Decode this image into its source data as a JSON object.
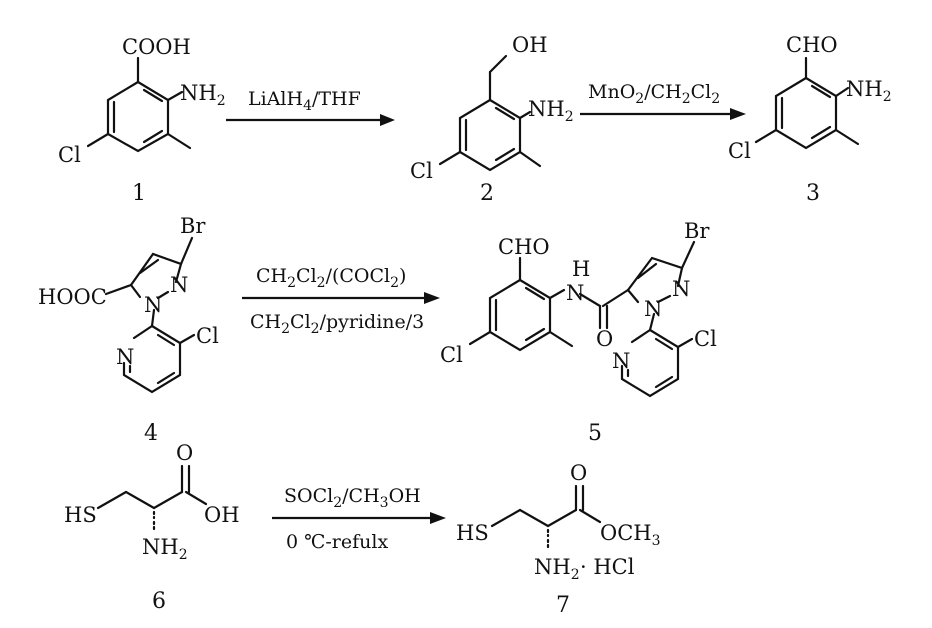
{
  "scheme": {
    "compound_numbers": [
      "1",
      "2",
      "3",
      "4",
      "5",
      "6",
      "7"
    ],
    "reagents": {
      "step1": "LiAlH4/THF",
      "step2": "MnO2/CH2Cl2",
      "step3_top": "CH2Cl2/(COCl2)",
      "step3_bottom": "CH2Cl2/pyridine/3",
      "step4_top": "SOCl2/CH3OH",
      "step4_bottom": "0 ℃-refulx"
    },
    "atoms": {
      "cooh": "COOH",
      "cho": "CHO",
      "hooc": "HOOC",
      "oh": "OH",
      "cl": "Cl",
      "br": "Br",
      "n": "N",
      "h": "H",
      "o": "O",
      "hs": "HS",
      "och3": "OCH3",
      "nh2": "NH2",
      "hcl": "· HCl"
    }
  }
}
